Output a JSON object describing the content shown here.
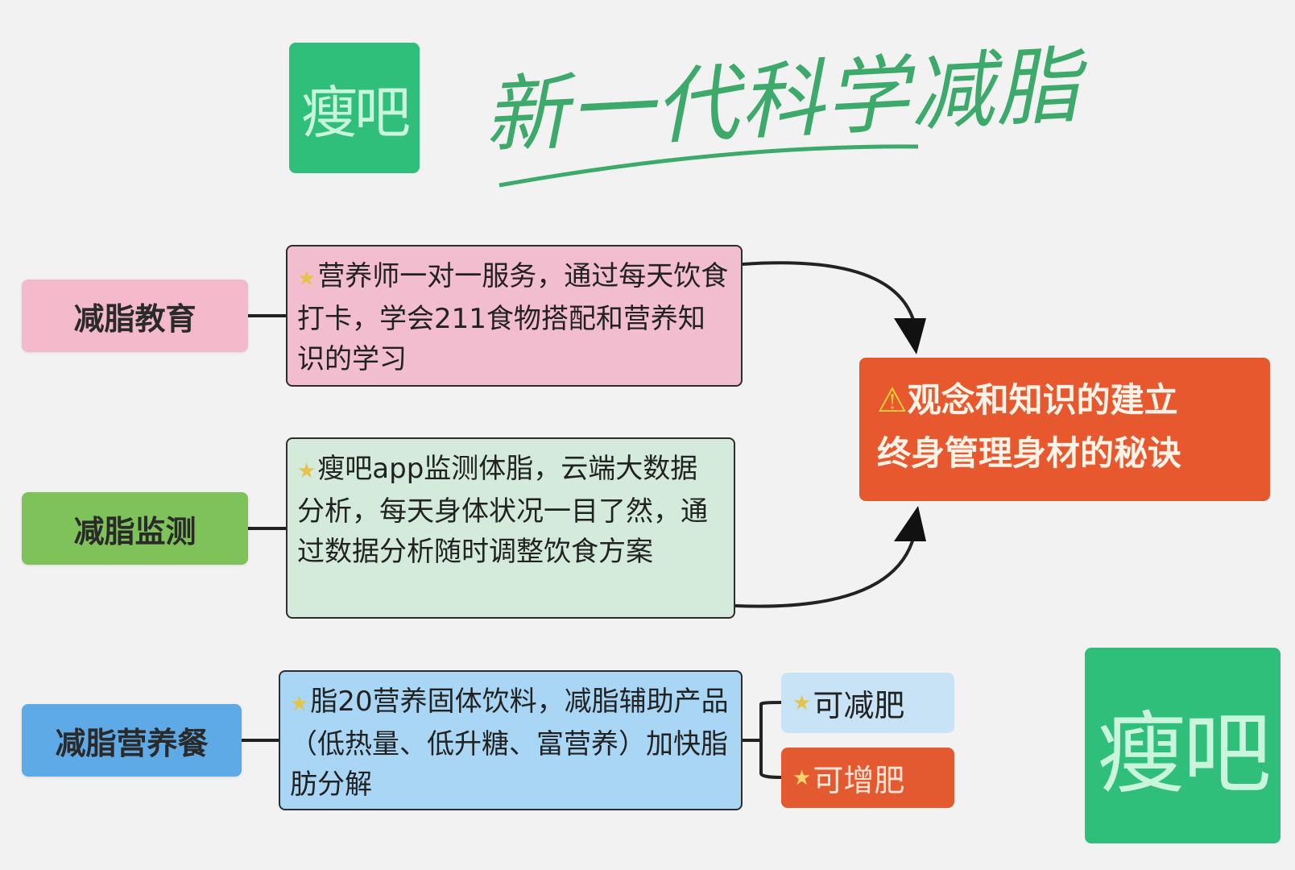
{
  "brand": {
    "logo_text": "瘦吧",
    "title": "新一代科学减脂"
  },
  "categories": [
    {
      "label": "减脂教育",
      "description": "营养师一对一服务，通过每天饮食打卡，学会211食物搭配和营养知识的学习",
      "color": "#f4b9cb",
      "desc_color": "#f3bdd0"
    },
    {
      "label": "减脂监测",
      "description": "瘦吧app监测体脂，云端大数据分析，每天身体状况一目了然，通过数据分析随时调整饮食方案",
      "color": "#7fc25a",
      "desc_color": "#d4ebdc"
    },
    {
      "label": "减脂营养餐",
      "description": "脂20营养固体饮料，减脂辅助产品（低热量、低升糖、富营养）加快脂肪分解",
      "color": "#5eaae6",
      "desc_color": "#a8d6f4"
    }
  ],
  "outcomes": [
    {
      "label": "可减肥",
      "color": "#c9e3f6"
    },
    {
      "label": "可增肥",
      "color": "#e45a30"
    }
  ],
  "result": {
    "line1": "观念和知识的建立",
    "line2": "终身管理身材的秘诀",
    "color": "#e8582e"
  }
}
